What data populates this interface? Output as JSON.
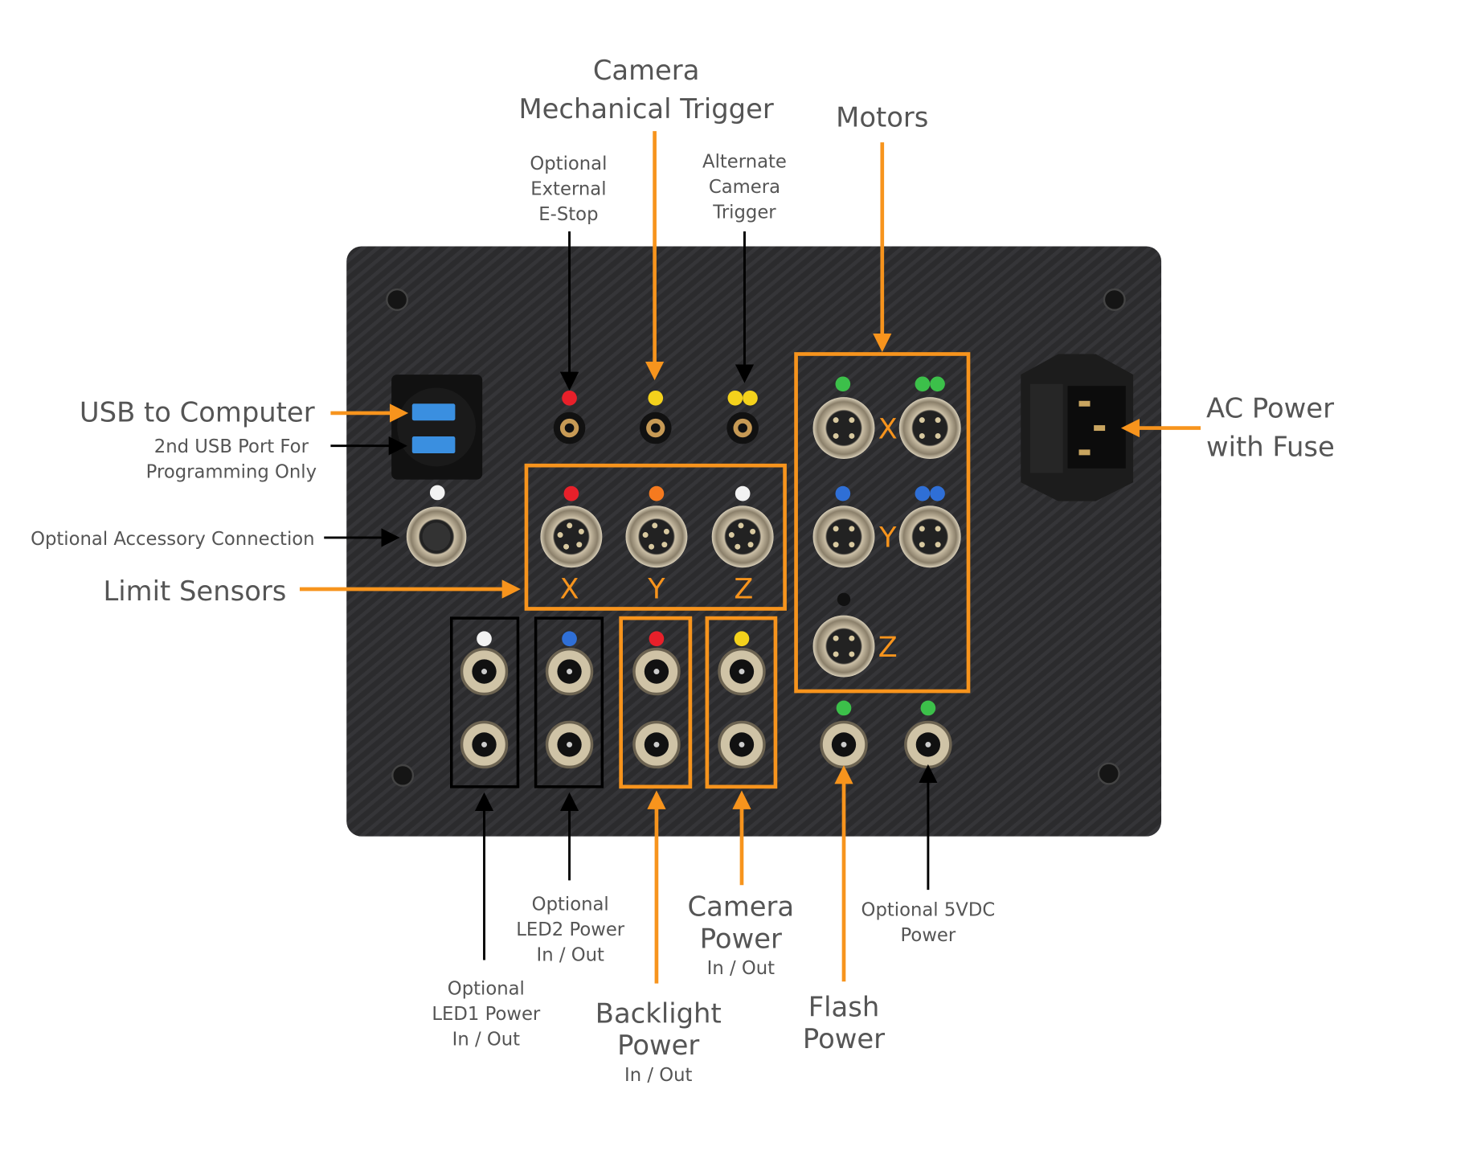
{
  "colors": {
    "accent": "#f7941d",
    "panel": "#2a2a2c",
    "label": "#555555",
    "callout_black": "#000000",
    "led_red": "#e8202a",
    "led_yellow": "#f4d21c",
    "led_orange": "#f57a1f",
    "led_white": "#f2f2f2",
    "led_green": "#3cc04a",
    "led_blue": "#2f6fd6"
  },
  "labels": {
    "camera_trigger": {
      "line1": "Camera",
      "line2": "Mechanical Trigger"
    },
    "estop": {
      "line1": "Optional",
      "line2": "External",
      "line3": "E-Stop"
    },
    "alt_trigger": {
      "line1": "Alternate",
      "line2": "Camera",
      "line3": "Trigger"
    },
    "motors": "Motors",
    "usb": "USB to Computer",
    "usb2": {
      "line1": "2nd USB Port For",
      "line2": "Programming Only"
    },
    "accessory": "Optional Accessory Connection",
    "limit_sensors": "Limit Sensors",
    "ac_power": {
      "line1": "AC Power",
      "line2": "with Fuse"
    },
    "led2": {
      "line1": "Optional",
      "line2": "LED2 Power",
      "line3": "In / Out"
    },
    "led1": {
      "line1": "Optional",
      "line2": "LED1 Power",
      "line3": "In / Out"
    },
    "camera_power": {
      "line1": "Camera",
      "line2": "Power",
      "line3": "In / Out"
    },
    "backlight_power": {
      "line1": "Backlight",
      "line2": "Power",
      "line3": "In / Out"
    },
    "flash_power": {
      "line1": "Flash",
      "line2": "Power"
    },
    "five_vdc": {
      "line1": "Optional 5VDC",
      "line2": "Power"
    }
  },
  "axis_letters": {
    "limit": [
      "X",
      "Y",
      "Z"
    ],
    "motors": [
      "X",
      "Y",
      "Z"
    ]
  }
}
